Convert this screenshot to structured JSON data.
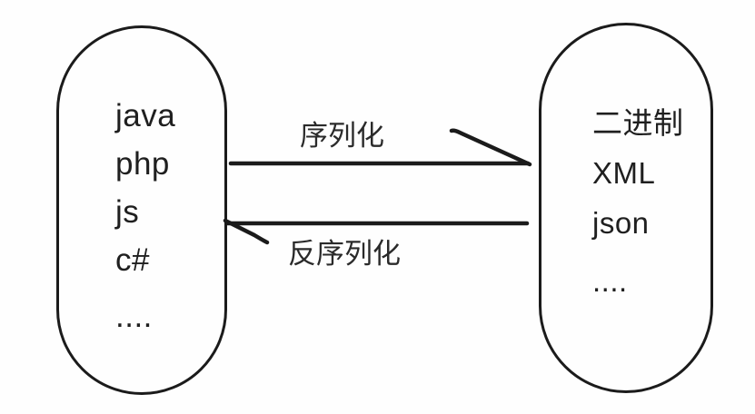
{
  "diagram": {
    "type": "flow-diagram",
    "topic": "serialization",
    "left_node": {
      "role": "programming-languages",
      "items": [
        "java",
        "php",
        "js",
        "c#",
        "...."
      ]
    },
    "right_node": {
      "role": "serialized-formats",
      "items": [
        "二进制",
        "XML",
        "json",
        "...."
      ]
    },
    "serialize_arrow": {
      "label": "序列化",
      "direction": "left-to-right"
    },
    "deserialize_arrow": {
      "label": "反序列化",
      "direction": "right-to-left"
    },
    "colors": {
      "ink": "#1b1b1b",
      "background": "#fefefe"
    }
  }
}
